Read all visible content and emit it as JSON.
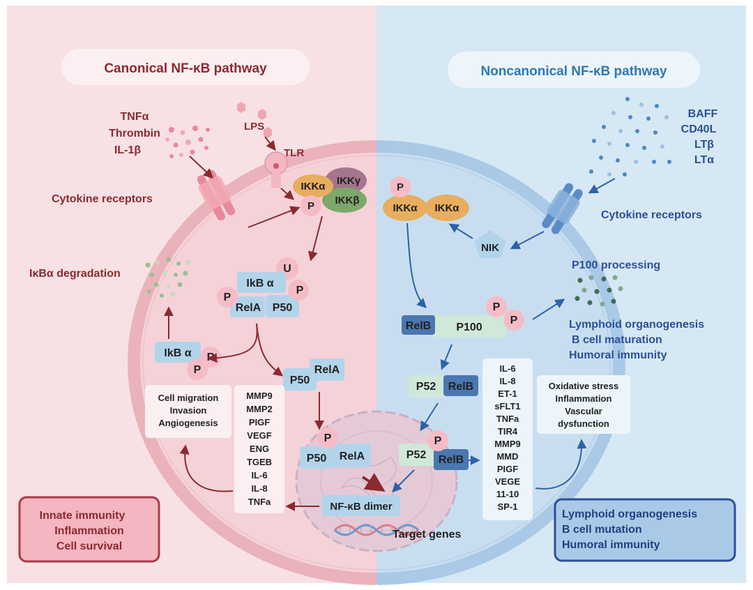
{
  "colors": {
    "left_bg": "#f7e1e4",
    "right_bg": "#d6e8f4",
    "canonical_title": "#8b2a2f",
    "noncanonical_title": "#2e78b4",
    "canonical_text": "#8b2a2f",
    "noncanonical_text": "#2b4f9a",
    "canonical_arrow": "#8b2a2f",
    "noncanonical_arrow": "#2d62a8",
    "membrane_pink": "#eab2ba",
    "membrane_blue": "#a9c9e6",
    "protein_blue": "#b2d4ea",
    "protein_green": "#cfe8d8",
    "phosphate_pink": "#f5bcc6",
    "ikka_orange": "#e8ad5e",
    "ikkg_purple": "#a5748d",
    "ikkb_green": "#7ca86b",
    "relb_dark_blue": "#4a77b0"
  },
  "canonical": {
    "title": "Canonical NF-κB pathway",
    "ligands": [
      "TNFα",
      "Thrombin",
      "IL-1β"
    ],
    "lps": "LPS",
    "tlr": "TLR",
    "cytokine_receptors": "Cytokine receptors",
    "ikka": "IKKα",
    "ikkg": "IKKγ",
    "ikkb": "IKKβ",
    "p": "P",
    "u": "U",
    "ikba_degradation": "IκBα degradation",
    "ikb_alpha": "IkB α",
    "rela": "RelA",
    "p50": "P50",
    "effects": [
      "Cell migration",
      "Invasion",
      "Angiogenesis"
    ],
    "genes": [
      "MMP9",
      "MMP2",
      "PIGF",
      "VEGF",
      "ENG",
      "TGEB",
      "IL-6",
      "IL-8",
      "TNFa"
    ],
    "outcome": [
      "Innate immunity",
      "Inflammation",
      "Cell survival"
    ]
  },
  "noncanonical": {
    "title": "Noncanonical NF-κB pathway",
    "ligands": [
      "BAFF",
      "CD40L",
      "LTβ",
      "LTα"
    ],
    "cytokine_receptors": "Cytokine receptors",
    "ikka": "IKKα",
    "nik": "NIK",
    "p100_processing": "P100 processing",
    "relb": "RelB",
    "p100": "P100",
    "p52": "P52",
    "processing_effects": [
      "Lymphoid organogenesis",
      "B cell maturation",
      "Humoral immunity"
    ],
    "genes": [
      "IL-6",
      "IL-8",
      "ET-1",
      "sFLT1",
      "TNFa",
      "TIR4",
      "MMP9",
      "MMD",
      "PIGF",
      "VEGE",
      "11-10",
      "SP-1"
    ],
    "effects": [
      "Oxidative stress",
      "Inflammation",
      "Vascular",
      "dysfunction"
    ],
    "outcome": [
      "Lymphoid organogenesis",
      "B cell mutation",
      "Humoral immunity"
    ]
  },
  "nucleus": {
    "dimer": "NF-κB dimer",
    "target_genes": "Target genes"
  }
}
